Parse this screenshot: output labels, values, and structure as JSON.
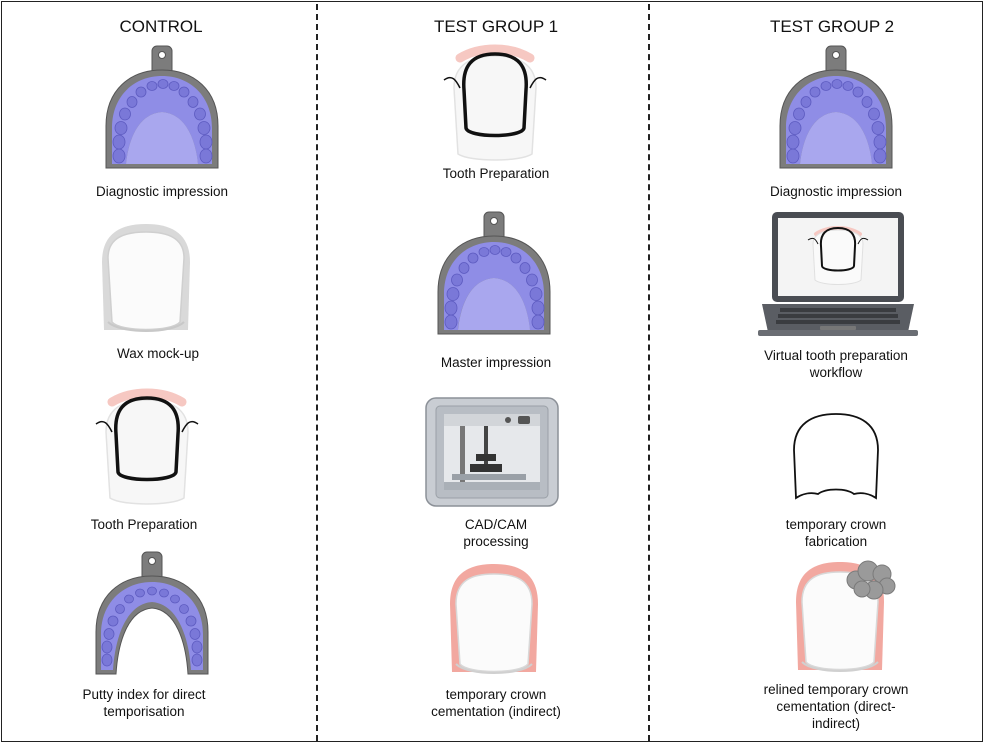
{
  "columns": [
    {
      "title": "CONTROL",
      "steps": [
        {
          "lines": [
            "Diagnostic impression"
          ],
          "icon": "upper-impression-tray-icon"
        },
        {
          "lines": [
            "Wax mock-up"
          ],
          "icon": "wax-mockup-tooth-icon"
        },
        {
          "lines": [
            "Tooth Preparation"
          ],
          "icon": "tooth-preparation-icon"
        },
        {
          "lines": [
            "Putty index for direct",
            "temporisation"
          ],
          "icon": "putty-index-tray-icon"
        }
      ]
    },
    {
      "title": "TEST GROUP 1",
      "steps": [
        {
          "lines": [
            "Tooth Preparation"
          ],
          "icon": "tooth-preparation-icon"
        },
        {
          "lines": [
            "Master impression"
          ],
          "icon": "upper-impression-tray-icon"
        },
        {
          "lines": [
            "CAD/CAM",
            "processing"
          ],
          "icon": "3d-printer-icon"
        },
        {
          "lines": [
            "temporary crown",
            "cementation (indirect)"
          ],
          "icon": "temporary-crown-icon"
        }
      ]
    },
    {
      "title": "TEST GROUP 2",
      "steps": [
        {
          "lines": [
            "Diagnostic impression"
          ],
          "icon": "upper-impression-tray-icon"
        },
        {
          "lines": [
            "Virtual tooth preparation",
            "workflow"
          ],
          "icon": "laptop-icon"
        },
        {
          "lines": [
            "temporary crown",
            "fabrication"
          ],
          "icon": "crown-outline-icon"
        },
        {
          "lines": [
            "relined temporary crown",
            "cementation (direct-",
            "indirect)"
          ],
          "icon": "relined-crown-icon"
        }
      ]
    }
  ],
  "colors": {
    "impression": "#8f8de6",
    "impression_dark": "#6e6ccf",
    "tray": "#7c7c7c",
    "gingiva": "#f2a8a0",
    "tooth": "#fafafa",
    "outline": "#111111",
    "acrylic": "#aeb4bc"
  }
}
